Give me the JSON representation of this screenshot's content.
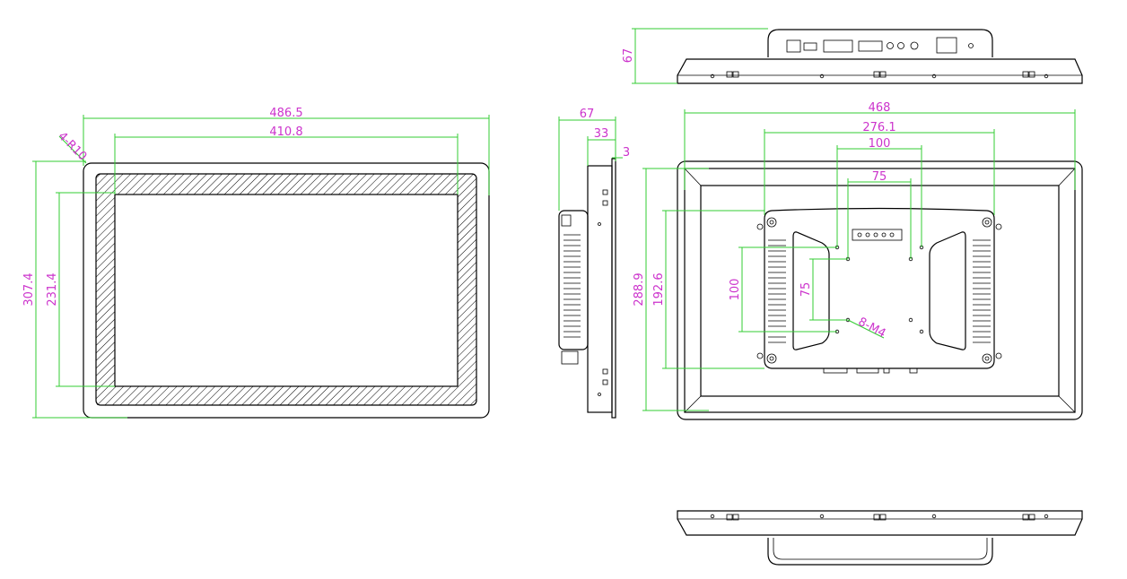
{
  "front_view": {
    "width_label": "486.5",
    "inner_width_label": "410.8",
    "height_label": "307.4",
    "inner_height_label": "231.4",
    "radius_label": "4-R10"
  },
  "side_view": {
    "depth_label": "67",
    "mid_depth_label": "33",
    "bezel_label": "3"
  },
  "top_view": {
    "depth_label": "67"
  },
  "back_view": {
    "width_label": "468",
    "mount_width_label": "276.1",
    "vesa_large_w_label": "100",
    "vesa_small_w_label": "75",
    "height_label": "288.9",
    "mount_height_label": "192.6",
    "vesa_large_h_label": "100",
    "vesa_small_h_label": "75",
    "screw_label": "8-M4"
  },
  "colors": {
    "outline": "#000000",
    "dimension_line": "#33cc33",
    "dimension_text": "#cc33cc"
  }
}
